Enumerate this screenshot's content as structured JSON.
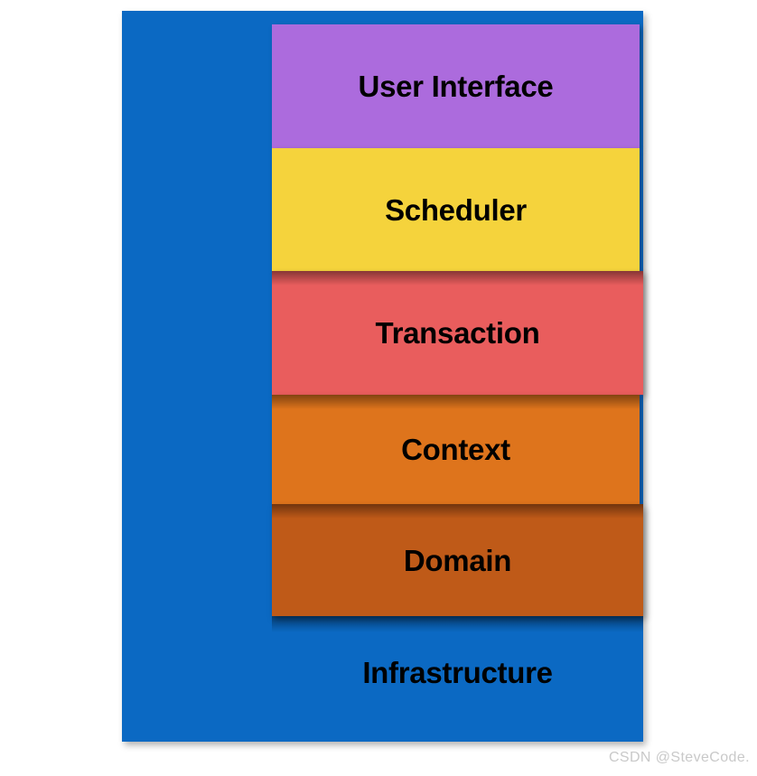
{
  "diagram": {
    "type": "layered-architecture-stack",
    "title_visible": false,
    "background_color": "#ffffff",
    "base_layer": {
      "label": "Infrastructure",
      "color": "#0b69c3",
      "role": "backdrop-panel-spanning-full-height"
    },
    "layers": [
      {
        "label": "User Interface",
        "color": "#ac6bdd",
        "order": 1
      },
      {
        "label": "Scheduler",
        "color": "#f5d33c",
        "order": 2
      },
      {
        "label": "Transaction",
        "color": "#e95d5d",
        "order": 3
      },
      {
        "label": "Context",
        "color": "#de741c",
        "order": 4
      },
      {
        "label": "Domain",
        "color": "#bf5a18",
        "order": 5
      }
    ],
    "text_color": "#000000"
  },
  "watermark": {
    "text": "CSDN @SteveCode.",
    "color": "#c9c9c9"
  }
}
